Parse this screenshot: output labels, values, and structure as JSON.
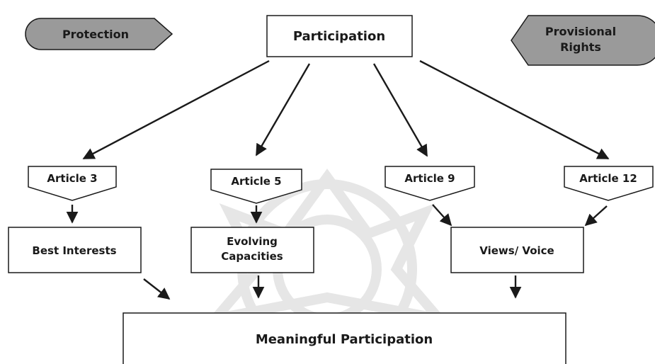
{
  "top": {
    "protection": "Protection",
    "participation": "Participation",
    "provisional_line1": "Provisional",
    "provisional_line2": "Rights"
  },
  "articles": {
    "a3": "Article 3",
    "a5": "Article 5",
    "a9": "Article 9",
    "a12": "Article 12"
  },
  "concepts": {
    "best_interests": "Best Interests",
    "evolving_line1": "Evolving",
    "evolving_line2": "Capacities",
    "views_voice": "Views/ Voice"
  },
  "outcome": {
    "meaningful": "Meaningful Participation"
  },
  "colors": {
    "hexagon_fill": "#9a9a9a",
    "stroke": "#1a1a1a",
    "watermark": "#e6e6e6"
  }
}
